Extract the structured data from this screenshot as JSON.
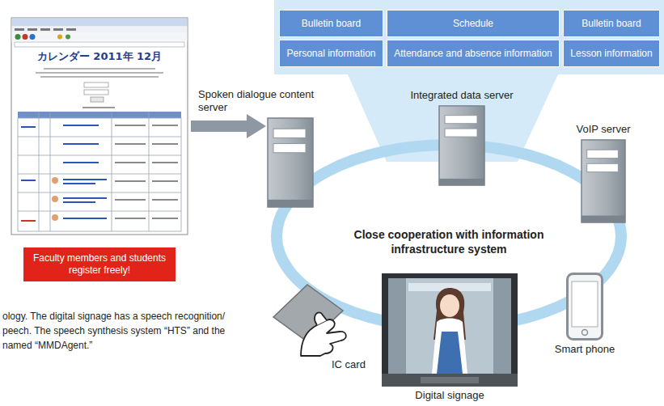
{
  "diagram": {
    "nodes": [
      {
        "text": [
          "Bulletin board"
        ]
      },
      {
        "text": [
          "Schedule"
        ]
      },
      {
        "text": [
          "Bulletin board"
        ]
      },
      {
        "text": [
          "Personal information"
        ]
      },
      {
        "text": [
          "Attendance and absence information"
        ]
      },
      {
        "text": [
          "Lesson information"
        ]
      },
      {
        "text": [
          "カレンダー 2011年 12月"
        ]
      },
      {
        "text": [
          "Spoken dialogue content server"
        ]
      },
      {
        "text": [
          "Integrated data server"
        ]
      },
      {
        "text": [
          "VoIP server"
        ]
      },
      {
        "text": [
          "Faculty members and students register freely!"
        ]
      },
      {
        "text": [
          "IC card"
        ]
      },
      {
        "text": [
          "Digital signage"
        ]
      },
      {
        "text": [
          "Smart phone"
        ]
      }
    ],
    "edges": [
      {
        "from": 6,
        "to": 7,
        "arrow": "to"
      }
    ],
    "labels": [
      "Close cooperation with information infrastructure system",
      "ology. The digital signage has a speech recognition/",
      "peech. The speech synthesis system “HTS” and the",
      "named “MMDAgent.”"
    ]
  }
}
